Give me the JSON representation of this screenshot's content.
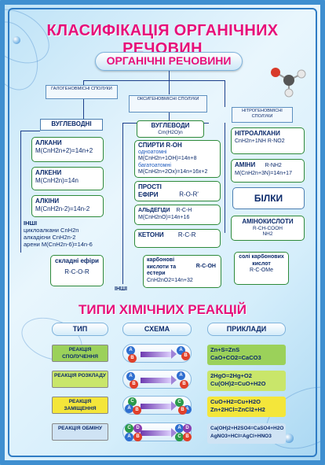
{
  "title": "КЛАСИФІКАЦІЯ ОРГАНІЧНИХ РЕЧОВИН",
  "banner": "ОРГАНІЧНІ РЕЧОВИНИ",
  "groups": {
    "halogen": "ГАЛОГЕНОВМІСНІ СПОЛУКИ",
    "oxygen": "ОКСИГЕНОВМІСНІ СПОЛУКИ",
    "nitrogen": "НІТРОГЕНОВМІСНІ СПОЛУКИ"
  },
  "hydrocarbons": {
    "label": "ВУГЛЕВОДНІ",
    "alkanes": {
      "name": "АЛКАНИ",
      "formula": "M(CnH2n+2)=14n+2"
    },
    "alkenes": {
      "name": "АЛКЕНИ",
      "formula": "M(CnH2n)=14n"
    },
    "alkynes": {
      "name": "АЛКІНИ",
      "formula": "M(CnH2n-2)=14n-2"
    },
    "others": {
      "name": "ІНШІ",
      "l1": "циклоалкани  CnH2n",
      "l2": "алкадієни  CnH2n-2",
      "l3": "арени  M(CnH2n-6)=14n-6"
    }
  },
  "esters": {
    "name": "складні ефіри",
    "formula": "R-C-O-R"
  },
  "carbs": {
    "name": "ВУГЛЕВОДИ",
    "formula": "Cm(H2O)n"
  },
  "alcohols": {
    "name": "СПИРТИ  R-OH",
    "mono": "одноатомні",
    "mono_f": "M(CnH2n+1OH)=14n+8",
    "poly": "багатоатомні",
    "poly_f": "M(CnH2n+2Ox)=14n+16x+2"
  },
  "ethers": {
    "name": "ПРОСТІ ЕФІРИ",
    "formula": "R-O-R'"
  },
  "aldehydes": {
    "name": "АЛЬДЕГІДИ",
    "formula": "R-C-H",
    "mass": "M(CnH2nO)=14n+16"
  },
  "ketones": {
    "name": "КЕТОНИ",
    "formula": "R-C-R"
  },
  "others_label": "ІНШІ",
  "acids": {
    "name": "карбонові кислоти та естери",
    "formula": "R-C-OH",
    "mass": "CnH2nO2=14n+32"
  },
  "salts": {
    "name": "солі карбонових кислот",
    "formula": "R-C-OMe"
  },
  "nitroalkanes": {
    "name": "НІТРОАЛКАНИ",
    "formula": "CnH2n+1NH   R-NO2"
  },
  "amines": {
    "name": "АМІНИ",
    "formula": "R-NH2",
    "mass": "M(CnH2n+3N)=14n+17"
  },
  "proteins": {
    "name": "БІЛКИ"
  },
  "aminoacids": {
    "name": "АМІНОКИСЛОТИ",
    "formula": "R-CH-COOH",
    "nh2": "NH2"
  },
  "reactions_title": "ТИПИ ХІМІЧНИХ РЕАКЦІЙ",
  "headers": {
    "type": "ТИП",
    "scheme": "СХЕМА",
    "examples": "ПРИКЛАДИ"
  },
  "reactions": [
    {
      "type": "РЕАКЦІЯ СПОЛУЧЕННЯ",
      "ex1": "Zn+S=ZnS",
      "ex2": "CaO+CO2=CaCO3",
      "color": "#9bd15a"
    },
    {
      "type": "РЕАКЦІЯ РОЗКЛАДУ",
      "ex1": "2HgO=2Hg+O2",
      "ex2": "Cu(OH)2=CuO+H2O",
      "color": "#c9e66a"
    },
    {
      "type": "РЕАКЦІЯ ЗАМІЩЕННЯ",
      "ex1": "CuO+H2=Cu+H2O",
      "ex2": "Zn+2HCl=ZnCl2+H2",
      "color": "#f4e63a"
    },
    {
      "type": "РЕАКЦІЯ ОБМІНУ",
      "ex1": "Ca(OH)2+H2SO4=CaSO4+H2O",
      "ex2": "AgNO3+HCl=AgCl+HNO3",
      "color": "#cfe3f4"
    }
  ],
  "balls": {
    "a": "A",
    "b": "B",
    "c": "C",
    "d": "D"
  }
}
